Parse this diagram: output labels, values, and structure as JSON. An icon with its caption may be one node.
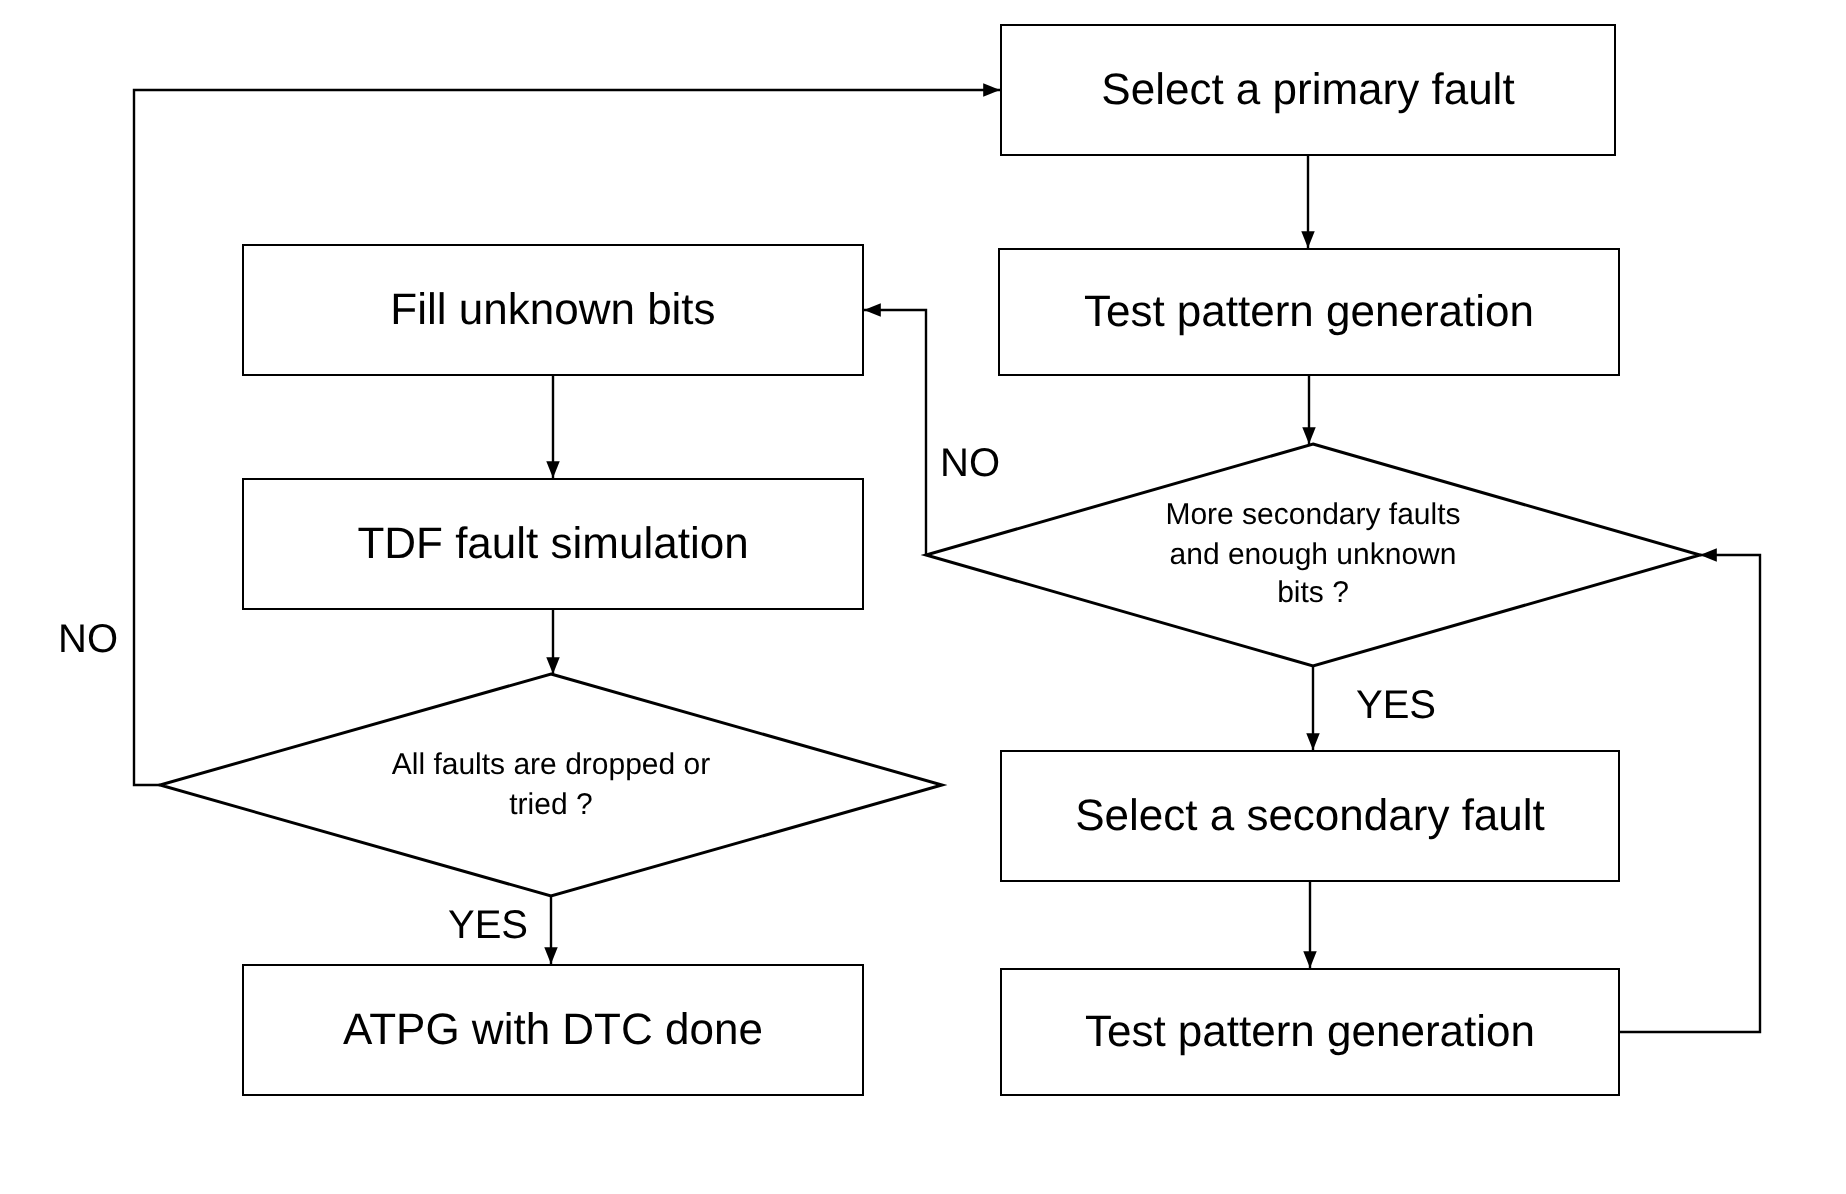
{
  "diagram": {
    "nodes": [
      {
        "text": [
          "Select a primary fault"
        ]
      },
      {
        "text": [
          "Test pattern generation"
        ]
      },
      {
        "text": [
          "More secondary faults and enough unknown bits ?"
        ]
      },
      {
        "text": [
          "Select a secondary fault"
        ]
      },
      {
        "text": [
          "Test pattern generation"
        ]
      },
      {
        "text": [
          "Fill unknown bits"
        ]
      },
      {
        "text": [
          "TDF fault simulation"
        ]
      },
      {
        "text": [
          "All faults are dropped or tried ?"
        ]
      },
      {
        "text": [
          "ATPG with DTC done"
        ]
      }
    ],
    "edges": [
      {
        "from": 0,
        "to": 1,
        "arrow": "to"
      },
      {
        "from": 1,
        "to": 2,
        "arrow": "to"
      },
      {
        "from": 2,
        "to": 3,
        "arrow": "to",
        "label": "YES"
      },
      {
        "from": 3,
        "to": 4,
        "arrow": "to"
      },
      {
        "from": 4,
        "to": 2,
        "arrow": "to"
      },
      {
        "from": 2,
        "to": 5,
        "arrow": "to",
        "label": "NO"
      },
      {
        "from": 5,
        "to": 6,
        "arrow": "to"
      },
      {
        "from": 6,
        "to": 7,
        "arrow": "to"
      },
      {
        "from": 7,
        "to": 8,
        "arrow": "to",
        "label": "YES"
      },
      {
        "from": 7,
        "to": 0,
        "arrow": "to",
        "label": "NO"
      }
    ]
  }
}
